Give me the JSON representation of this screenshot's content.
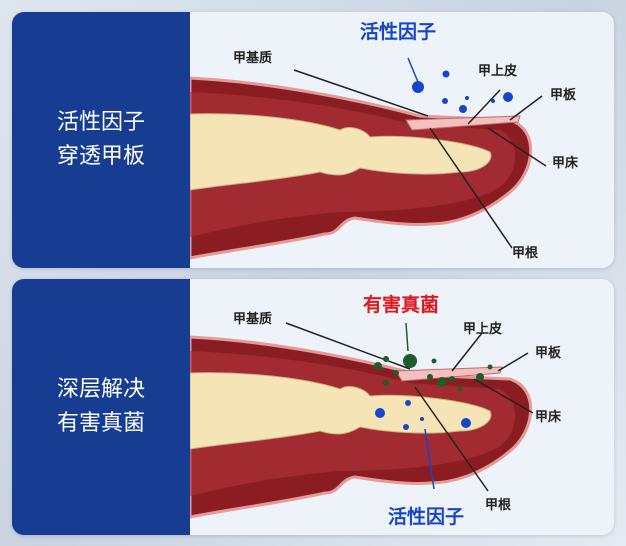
{
  "panels": [
    {
      "caption_line1": "活性因子",
      "caption_line2": "穿透甲板",
      "highlight": "活性因子",
      "highlight_color": "#1746c8",
      "labels": {
        "matrix": "甲基质",
        "eponychium": "甲上皮",
        "plate": "甲板",
        "bed": "甲床",
        "root": "甲根"
      }
    },
    {
      "caption_line1": "深层解决",
      "caption_line2": "有害真菌",
      "highlight": "有害真菌",
      "highlight_color": "#e0191e",
      "secondary": "活性因子",
      "labels": {
        "matrix": "甲基质",
        "eponychium": "甲上皮",
        "plate": "甲板",
        "bed": "甲床",
        "root": "甲根"
      }
    }
  ]
}
